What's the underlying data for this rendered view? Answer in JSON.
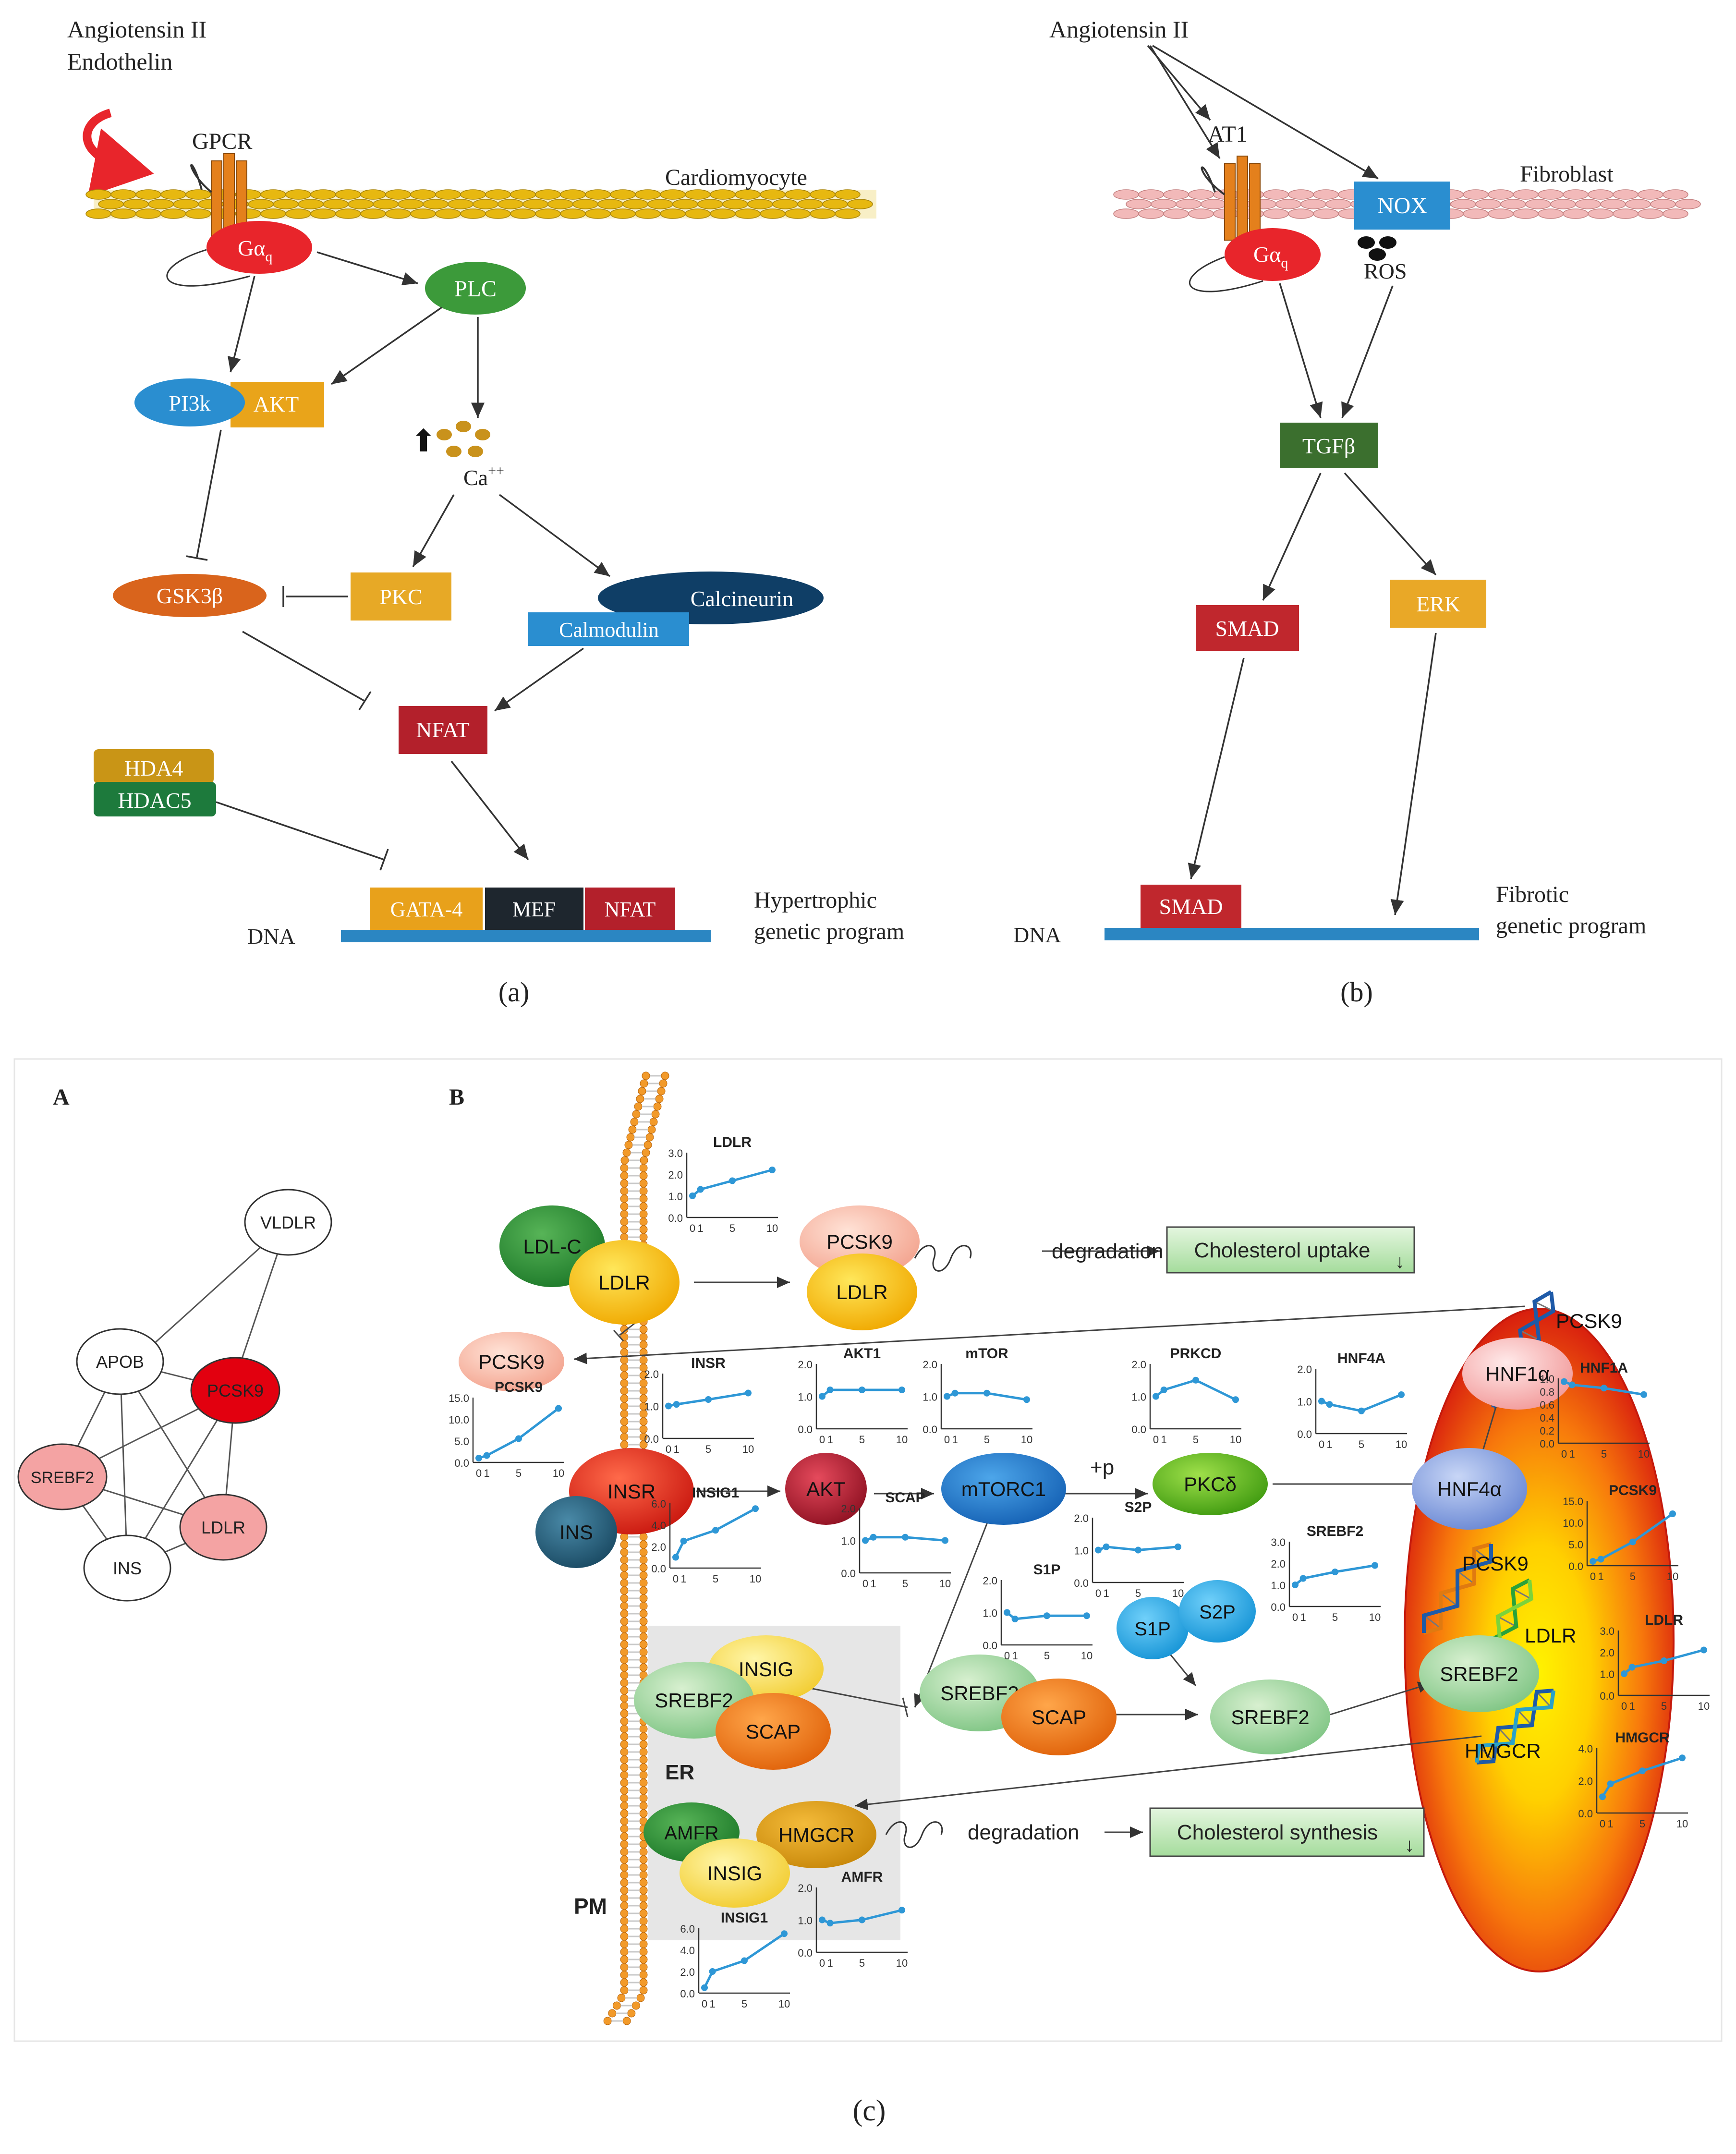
{
  "colors": {
    "gq_red": "#e8252b",
    "plc_green": "#3c9a3a",
    "pi3k_blue": "#2a8ed0",
    "akt_orange": "#e9a41a",
    "gsk_orange": "#d9641c",
    "pkc_gold": "#e7a926",
    "calcineurin_navy": "#0f3e66",
    "calmodulin_blue": "#2a8ed0",
    "nfat_crimson": "#b3202b",
    "hda4_gold": "#c99516",
    "hdac5_green": "#1d7a3c",
    "gata_gold": "#e8a11b",
    "mef_dark": "#1e262e",
    "dna_blue": "#2b86c2",
    "nox_blue": "#2a8ed0",
    "tgfb_green": "#3b6f2e",
    "smad_crimson": "#c0272d",
    "erk_gold": "#e9a827",
    "membrane_yellow": "#e7b810",
    "membrane_pink": "#f2b9b9",
    "pcsk9_red": "#e2000f",
    "pink_node": "#f4a3a3",
    "graph_blue": "#2e97d6",
    "nucleus_red": "#dc1a10",
    "nucleus_yellow": "#fff200"
  },
  "panel_a": {
    "ligand1": "Angiotensin II",
    "ligand2": "Endothelin",
    "receptor": "GPCR",
    "cell": "Cardiomyocyte",
    "gq": "Gα",
    "gq_sub": "q",
    "plc": "PLC",
    "pi3k": "PI3k",
    "akt": "AKT",
    "ca": "Ca",
    "ca_sup": "++",
    "gsk": "GSK3β",
    "pkc": "PKC",
    "calcineurin": "Calcineurin",
    "calmodulin": "Calmodulin",
    "nfat": "NFAT",
    "hda4": "HDA4",
    "hdac5": "HDAC5",
    "gata4": "GATA-4",
    "mef": "MEF",
    "nfat2": "NFAT",
    "dna": "DNA",
    "program1": "Hypertrophic",
    "program2": "genetic program",
    "label": "(a)"
  },
  "panel_b": {
    "ligand": "Angiotensin II",
    "receptor": "AT1",
    "nox": "NOX",
    "cell": "Fibroblast",
    "gq": "Gα",
    "gq_sub": "q",
    "ros": "ROS",
    "tgfb": "TGFβ",
    "smad": "SMAD",
    "erk": "ERK",
    "smad_dna": "SMAD",
    "dna": "DNA",
    "program1": "Fibrotic",
    "program2": "genetic program",
    "label": "(b)"
  },
  "panel_c": {
    "label": "(c)",
    "sub_a": "A",
    "sub_b": "B",
    "network": {
      "vldlr": "VLDLR",
      "apob": "APOB",
      "pcsk9": "PCSK9",
      "srebf2": "SREBF2",
      "ldlr": "LDLR",
      "ins": "INS"
    },
    "nodes": {
      "ldlc": "LDL-C",
      "ldlr": "LDLR",
      "pcsk9_ext": "PCSK9",
      "pcsk9_c": "PCSK9",
      "ldlr_c": "LDLR",
      "degradation1": "degradation",
      "uptake": "Cholesterol uptake",
      "insr": "INSR",
      "ins": "INS",
      "akt": "AKT",
      "mtorc1": "mTORC1",
      "plus_p": "+p",
      "pkcd": "PKCδ",
      "s1p": "S1P",
      "s2p": "S2P",
      "insig": "INSIG",
      "srebf2_er": "SREBF2",
      "scap_er": "SCAP",
      "srebf2_g": "SREBF2",
      "scap_g": "SCAP",
      "srebf2_n": "SREBF2",
      "er": "ER",
      "amfr": "AMFR",
      "hmgcr": "HMGCR",
      "insig2": "INSIG",
      "degradation2": "degradation",
      "synthesis": "Cholesterol synthesis",
      "pm": "PM",
      "pcsk9_nuc": "PCSK9",
      "hnf1a": "HNF1α",
      "hnf4a": "HNF4α",
      "pcsk9_nuc2": "PCSK9",
      "ldlr_nuc": "LDLR",
      "srebf2_nuc": "SREBF2",
      "hmgcr_nuc": "HMGCR"
    },
    "x_ticks": [
      "0",
      "1",
      "5",
      "10"
    ]
  },
  "mini_charts": [
    {
      "id": "LDLR_top",
      "title": "LDLR",
      "yticks": [
        "3.0",
        "2.0",
        "1.0",
        "0.0"
      ],
      "ymax": 3,
      "values": [
        1.0,
        1.3,
        1.7,
        2.2
      ]
    },
    {
      "id": "PCSK9_left",
      "title": "PCSK9",
      "yticks": [
        "15.0",
        "10.0",
        "5.0",
        "0.0"
      ],
      "ymax": 15,
      "values": [
        1.0,
        1.6,
        5.5,
        12.5
      ]
    },
    {
      "id": "INSR",
      "title": "INSR",
      "yticks": [
        "2.0",
        "1.0",
        "0.0"
      ],
      "ymax": 2,
      "values": [
        1.0,
        1.05,
        1.2,
        1.4
      ]
    },
    {
      "id": "AKT1",
      "title": "AKT1",
      "yticks": [
        "2.0",
        "1.0",
        "0.0"
      ],
      "ymax": 2,
      "values": [
        1.0,
        1.2,
        1.2,
        1.2
      ]
    },
    {
      "id": "mTOR",
      "title": "mTOR",
      "yticks": [
        "2.0",
        "1.0",
        "0.0"
      ],
      "ymax": 2,
      "values": [
        1.0,
        1.1,
        1.1,
        0.9
      ]
    },
    {
      "id": "PRKCD",
      "title": "PRKCD",
      "yticks": [
        "2.0",
        "1.0",
        "0.0"
      ],
      "ymax": 2,
      "values": [
        1.0,
        1.2,
        1.5,
        0.9
      ]
    },
    {
      "id": "HNF4A",
      "title": "HNF4A",
      "yticks": [
        "2.0",
        "1.0",
        "0.0"
      ],
      "ymax": 2,
      "values": [
        1.0,
        0.9,
        0.7,
        1.2
      ]
    },
    {
      "id": "HNF1A",
      "title": "HNF1A",
      "yticks": [
        "1.0",
        "0.8",
        "0.6",
        "0.4",
        "0.2",
        "0.0"
      ],
      "ymax": 1,
      "values": [
        0.95,
        0.9,
        0.85,
        0.75
      ]
    },
    {
      "id": "INSIG1_top",
      "title": "INSIG1",
      "yticks": [
        "6.0",
        "4.0",
        "2.0",
        "0.0"
      ],
      "ymax": 6,
      "values": [
        1.0,
        2.5,
        3.5,
        5.5
      ]
    },
    {
      "id": "SCAP",
      "title": "SCAP",
      "yticks": [
        "2.0",
        "1.0",
        "0.0"
      ],
      "ymax": 2,
      "values": [
        1.0,
        1.1,
        1.1,
        1.0
      ]
    },
    {
      "id": "S2P",
      "title": "S2P",
      "yticks": [
        "2.0",
        "1.0",
        "0.0"
      ],
      "ymax": 2,
      "values": [
        1.0,
        1.1,
        1.0,
        1.1
      ]
    },
    {
      "id": "S1P",
      "title": "S1P",
      "yticks": [
        "2.0",
        "1.0",
        "0.0"
      ],
      "ymax": 2,
      "values": [
        1.0,
        0.8,
        0.9,
        0.9
      ]
    },
    {
      "id": "SREBF2",
      "title": "SREBF2",
      "yticks": [
        "3.0",
        "2.0",
        "1.0",
        "0.0"
      ],
      "ymax": 3,
      "values": [
        1.0,
        1.3,
        1.6,
        1.9
      ]
    },
    {
      "id": "PCSK9_nuc",
      "title": "PCSK9",
      "yticks": [
        "15.0",
        "10.0",
        "5.0",
        "0.0"
      ],
      "ymax": 15,
      "values": [
        1.0,
        1.5,
        5.5,
        12.0
      ]
    },
    {
      "id": "LDLR_nuc",
      "title": "LDLR",
      "yticks": [
        "3.0",
        "2.0",
        "1.0",
        "0.0"
      ],
      "ymax": 3,
      "values": [
        1.0,
        1.3,
        1.6,
        2.1
      ]
    },
    {
      "id": "HMGCR_nuc",
      "title": "HMGCR",
      "yticks": [
        "4.0",
        "2.0",
        "0.0"
      ],
      "ymax": 4,
      "values": [
        1.0,
        1.8,
        2.6,
        3.4
      ]
    },
    {
      "id": "AMFR",
      "title": "AMFR",
      "yticks": [
        "2.0",
        "1.0",
        "0.0"
      ],
      "ymax": 2,
      "values": [
        1.0,
        0.9,
        1.0,
        1.3
      ]
    },
    {
      "id": "INSIG1_bot",
      "title": "INSIG1",
      "yticks": [
        "6.0",
        "4.0",
        "2.0",
        "0.0"
      ],
      "ymax": 6,
      "values": [
        0.5,
        2.0,
        3.0,
        5.5
      ]
    }
  ]
}
